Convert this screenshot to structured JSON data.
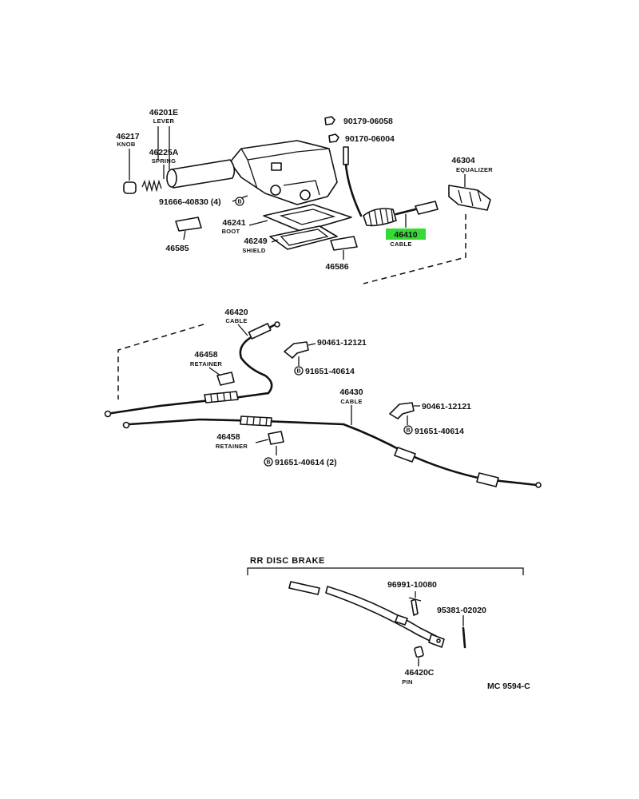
{
  "diagram_code": "MC 9594-C",
  "section_title": "RR DISC BRAKE",
  "bolt_symbol": "B",
  "highlight_color": "#37d937",
  "parts": {
    "lever": {
      "number": "46201E",
      "name": "LEVER"
    },
    "knob": {
      "number": "46217",
      "name": "KNOB"
    },
    "spring": {
      "number": "46225A",
      "name": "SPRING"
    },
    "lever_bolt": {
      "number": "91666-40830 (4)"
    },
    "boot": {
      "number": "46241",
      "name": "BOOT"
    },
    "plate_left": {
      "number": "46585"
    },
    "shield": {
      "number": "46249",
      "name": "SHIELD"
    },
    "plate_right": {
      "number": "46586"
    },
    "nut_upper": {
      "number": "90179-06058"
    },
    "nut_lower": {
      "number": "90170-06004"
    },
    "equalizer": {
      "number": "46304",
      "name": "EQUALIZER"
    },
    "front_cable": {
      "number": "46410",
      "name": "CABLE"
    },
    "cable_left": {
      "number": "46420",
      "name": "CABLE"
    },
    "clamp_left": {
      "number": "90461-12121"
    },
    "clamp_left_bolt": {
      "number": "91651-40614"
    },
    "retainer_upper": {
      "number": "46458",
      "name": "RETAINER"
    },
    "cable_right": {
      "number": "46430",
      "name": "CABLE"
    },
    "clamp_right": {
      "number": "90461-12121"
    },
    "clamp_right_bolt": {
      "number": "91651-40614"
    },
    "retainer_lower": {
      "number": "46458",
      "name": "RETAINER"
    },
    "retainer_bolt": {
      "number": "91651-40614 (2)"
    },
    "clip": {
      "number": "96991-10080"
    },
    "cotter_pin": {
      "number": "95381-02020"
    },
    "pin": {
      "number": "46420C",
      "name": "PIN"
    }
  }
}
